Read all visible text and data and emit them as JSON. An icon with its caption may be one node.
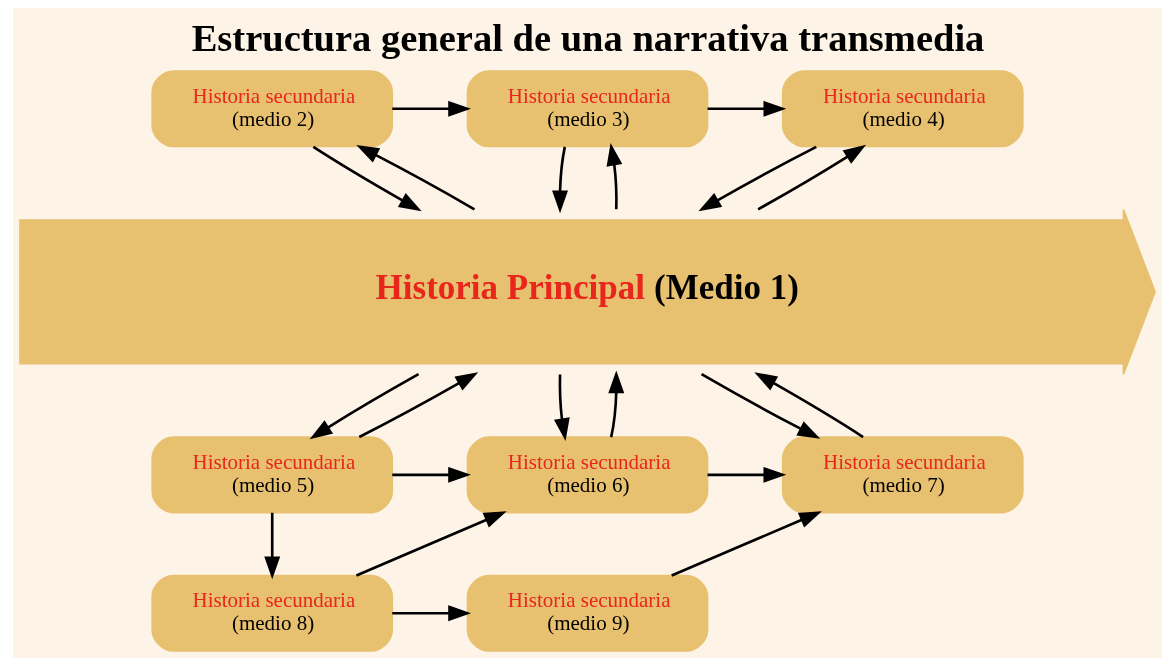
{
  "diagram": {
    "title": "Estructura general de una narrativa transmedia",
    "nodes": [
      {
        "text": [
          "Historia Principal",
          "(Medio 1)"
        ]
      },
      {
        "text": [
          "Historia secundaria",
          "(medio 2)"
        ]
      },
      {
        "text": [
          "Historia secundaria",
          "(medio 3)"
        ]
      },
      {
        "text": [
          "Historia secundaria",
          "(medio 4)"
        ]
      },
      {
        "text": [
          "Historia secundaria",
          "(medio 5)"
        ]
      },
      {
        "text": [
          "Historia secundaria",
          "(medio 6)"
        ]
      },
      {
        "text": [
          "Historia secundaria",
          "(medio 7)"
        ]
      },
      {
        "text": [
          "Historia secundaria",
          "(medio 8)"
        ]
      },
      {
        "text": [
          "Historia secundaria",
          "(medio 9)"
        ]
      }
    ],
    "edges": [
      {
        "from": 1,
        "to": 2,
        "arrow": "to"
      },
      {
        "from": 2,
        "to": 3,
        "arrow": "to"
      },
      {
        "from": 0,
        "to": 1,
        "arrow": "to"
      },
      {
        "from": 1,
        "to": 0,
        "arrow": "to"
      },
      {
        "from": 0,
        "to": 2,
        "arrow": "to"
      },
      {
        "from": 2,
        "to": 0,
        "arrow": "to"
      },
      {
        "from": 0,
        "to": 3,
        "arrow": "to"
      },
      {
        "from": 3,
        "to": 0,
        "arrow": "to"
      },
      {
        "from": 0,
        "to": 4,
        "arrow": "to"
      },
      {
        "from": 4,
        "to": 0,
        "arrow": "to"
      },
      {
        "from": 0,
        "to": 5,
        "arrow": "to"
      },
      {
        "from": 5,
        "to": 0,
        "arrow": "to"
      },
      {
        "from": 0,
        "to": 6,
        "arrow": "to"
      },
      {
        "from": 6,
        "to": 0,
        "arrow": "to"
      },
      {
        "from": 4,
        "to": 5,
        "arrow": "to"
      },
      {
        "from": 5,
        "to": 6,
        "arrow": "to"
      },
      {
        "from": 4,
        "to": 7,
        "arrow": "to"
      },
      {
        "from": 7,
        "to": 5,
        "arrow": "to"
      },
      {
        "from": 7,
        "to": 8,
        "arrow": "to"
      },
      {
        "from": 8,
        "to": 6,
        "arrow": "to"
      }
    ]
  }
}
